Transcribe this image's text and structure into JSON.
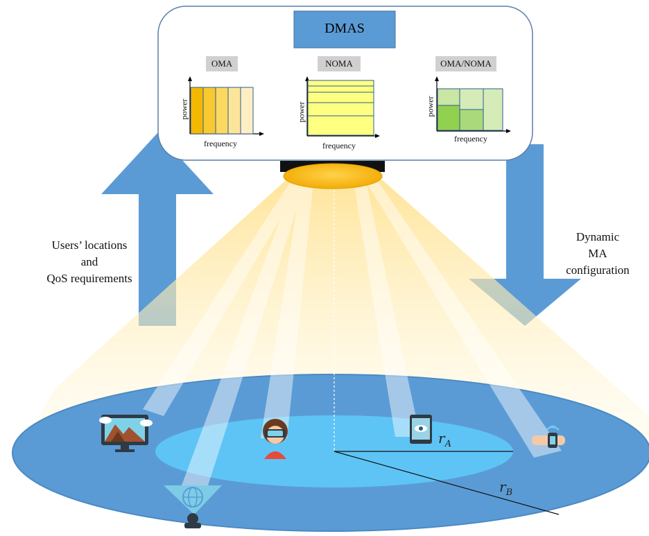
{
  "dmas": {
    "title": "DMAS",
    "panels": [
      {
        "tag": "OMA",
        "ylabel": "power",
        "xlabel": "frequency"
      },
      {
        "tag": "NOMA",
        "ylabel": "power",
        "xlabel": "frequency"
      },
      {
        "tag": "OMA/NOMA",
        "ylabel": "power",
        "xlabel": "frequency"
      }
    ]
  },
  "left_arrow_text": [
    "Users’ locations",
    "and",
    "QoS requirements"
  ],
  "right_arrow_text": [
    "Dynamic",
    "MA",
    "configuration"
  ],
  "radii": {
    "inner_symbol": "r",
    "inner_sub": "A",
    "outer_symbol": "r",
    "outer_sub": "B"
  },
  "colors": {
    "arrow_blue": "#5b9bd5",
    "outer_disc": "#5b9bd5",
    "inner_disc": "#5ec4f5",
    "oma_bars": [
      "#f4b800",
      "#f8c930",
      "#fbd860",
      "#fce59a",
      "#fdefc3"
    ],
    "noma_bars": "#ffff80",
    "mixed_dark": "#92d050",
    "mixed_mid": "#a9d97b",
    "mixed_light": "#d5ebb8"
  },
  "icons": [
    "monitor-icon",
    "vr-headset-user-icon",
    "tablet-icon",
    "smartwatch-icon",
    "globe-camera-icon"
  ]
}
